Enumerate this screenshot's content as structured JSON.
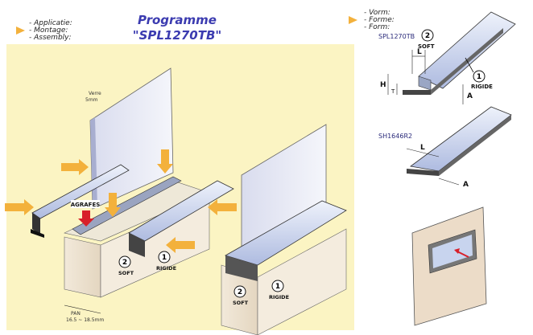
{
  "left_legend": {
    "lines": [
      "- Applicatie:",
      "- Montage:",
      "- Assembly:"
    ]
  },
  "title": {
    "line1": "Programme",
    "line2": "\"SPL1270TB\""
  },
  "right_legend": {
    "lines": [
      "- Vorm:",
      "- Forme:",
      "- Form:"
    ]
  },
  "profiles": [
    {
      "code": "SPL1270TB",
      "callouts": [
        {
          "number": "2",
          "label": "SOFT"
        },
        {
          "number": "1",
          "label": "RIGIDE"
        }
      ],
      "dimensions": [
        "L",
        "H",
        "A",
        "T"
      ]
    },
    {
      "code": "SH1646R2",
      "dimensions": [
        "L",
        "A"
      ]
    }
  ],
  "assembly": {
    "glass_label": "Verre",
    "glass_thickness": "5mm",
    "clips_label": "AGRAFES",
    "pan_label": "PAN",
    "pan_range": "16.5 ~ 18.5mm",
    "callouts": [
      {
        "number": "2",
        "label": "SOFT"
      },
      {
        "number": "1",
        "label": "RIGIDE"
      }
    ],
    "right_callouts": [
      {
        "number": "2",
        "label": "SOFT"
      },
      {
        "number": "1",
        "label": "RIGIDE"
      }
    ]
  },
  "colors": {
    "panel_bg": "#fbf4c3",
    "arrow": "#f3b13c",
    "title": "#3b3bb0",
    "profile_blue": "#c8d4ee",
    "board": "#efe5d5",
    "wall": "#ecdcc8",
    "red_arrow": "#d8202a"
  }
}
